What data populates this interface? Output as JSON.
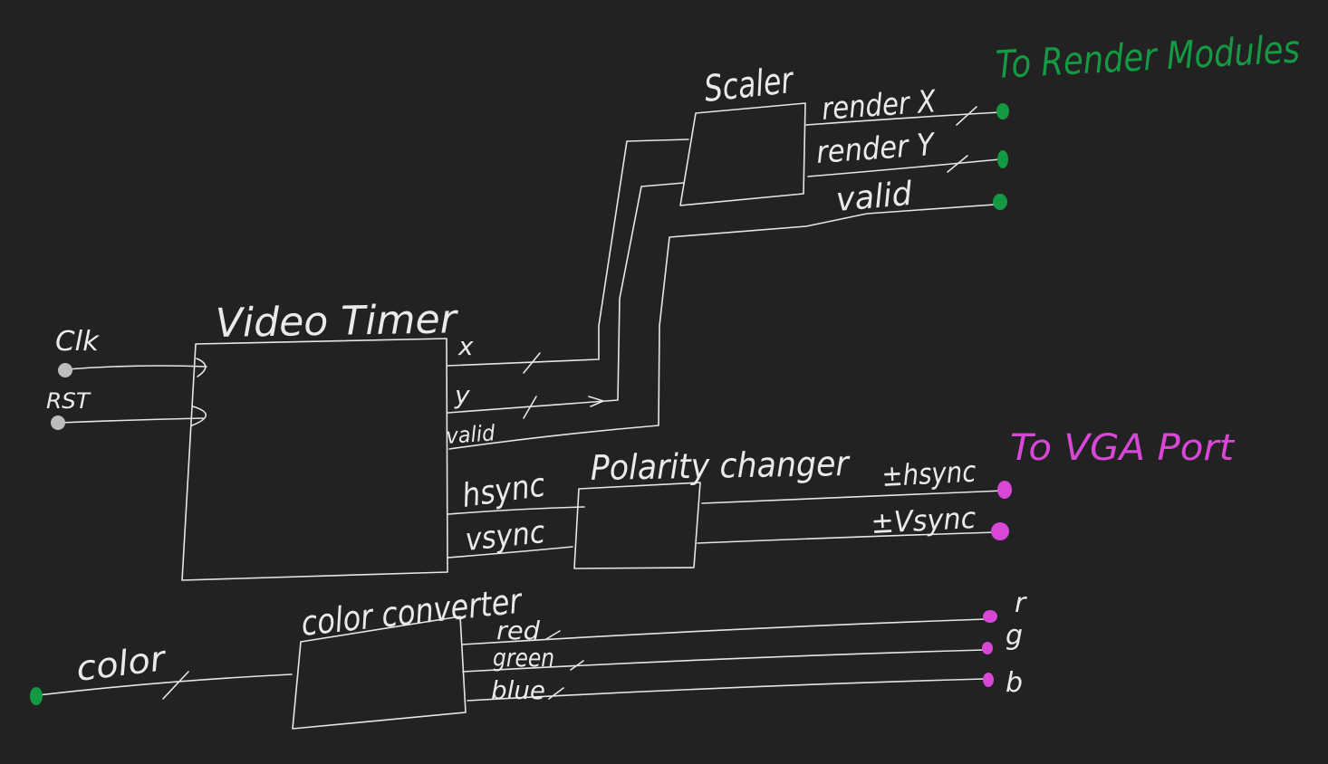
{
  "colors": {
    "background": "#222222",
    "wire": "#e6e6e6",
    "render_group": "#139a43",
    "vga_group": "#d847d6",
    "input_port": "#bdbdbd"
  },
  "headers": {
    "render": "To Render Modules",
    "vga": "To VGA Port"
  },
  "blocks": {
    "video_timer": "Video Timer",
    "scaler": "Scaler",
    "polarity": "Polarity changer",
    "color_converter": "color converter"
  },
  "inputs": {
    "clk": "Clk",
    "rst": "RST",
    "color": "color"
  },
  "signals": {
    "x": "x",
    "y": "y",
    "valid_timer": "valid",
    "hsync": "hsync",
    "vsync": "vsync",
    "render_x": "render X",
    "render_y": "render Y",
    "valid_scaler": "valid",
    "pm_hsync": "±hsync",
    "pm_vsync": "±Vsync",
    "red": "red",
    "green": "green",
    "blue": "blue"
  },
  "outputs": {
    "r": "r",
    "g": "g",
    "b": "b"
  }
}
